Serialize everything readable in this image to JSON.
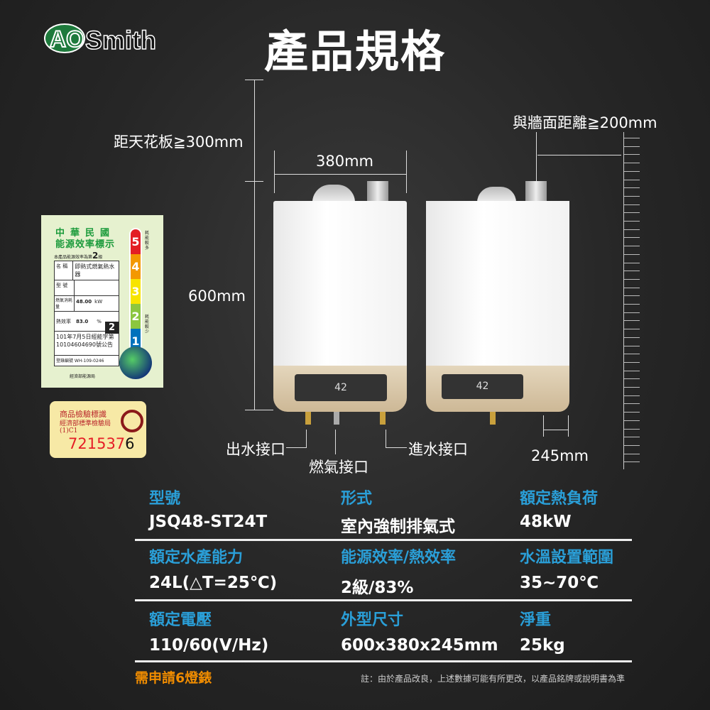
{
  "brand": {
    "logo_text": "AOSmith"
  },
  "title": "產品規格",
  "dimensions": {
    "ceiling": "距天花板≧300mm",
    "wall": "與牆面距離≧200mm",
    "width": "380mm",
    "height": "600mm",
    "depth": "245mm"
  },
  "connections": {
    "water_out": "出水接口",
    "gas": "燃氣接口",
    "water_in": "進水接口"
  },
  "heater_display": "42",
  "energy_label": {
    "country": "中華民國",
    "name": "能源效率標示",
    "grade_line": "本產品能源效率為第",
    "grade": "2",
    "grade_unit": "級",
    "rows": [
      {
        "k": "名 稱",
        "v": "即熱式燃氣熱水器"
      },
      {
        "k": "型 號",
        "v": ""
      },
      {
        "k": "燃氣消耗量",
        "v": "48.00",
        "u": "kW"
      },
      {
        "k": "熱效率",
        "v": "83.0",
        "u": "%"
      }
    ],
    "notice": "101年7月5日經能字第10104604690號公告",
    "reg": "登錄編號  WH-109-0246",
    "ministry": "經濟部能源局",
    "high": "耗能較多",
    "low": "耗能較少",
    "levels": [
      "5",
      "4",
      "3",
      "2",
      "1"
    ],
    "level_colors": [
      "#e31e24",
      "#f39800",
      "#f7e400",
      "#8cc63f",
      "#0071bc"
    ]
  },
  "inspection": {
    "line1": "商品檢驗標識",
    "line2": "經濟部標準檢驗局",
    "code": "(1)C1",
    "number_red": "721537",
    "number_black": "6"
  },
  "specs": [
    [
      {
        "h": "型號",
        "v": "JSQ48-ST24T"
      },
      {
        "h": "形式",
        "v": "室內強制排氣式"
      },
      {
        "h": "額定熱負荷",
        "v": "48kW"
      }
    ],
    [
      {
        "h": "額定水產能力",
        "v": "24L(△T=25℃)"
      },
      {
        "h": "能源效率/熱效率",
        "v": "2級/83%"
      },
      {
        "h": "水溫設置範圍",
        "v": "35~70℃"
      }
    ],
    [
      {
        "h": "額定電壓",
        "v": "110/60(V/Hz)"
      },
      {
        "h": "外型尺寸",
        "v": "600x380x245mm"
      },
      {
        "h": "淨重",
        "v": "25kg"
      }
    ]
  ],
  "footer": {
    "requirement": "需申請6燈錶",
    "note": "註：由於產品改良，上述數據可能有所更改，以產品銘牌或說明書為準"
  },
  "colors": {
    "heading": "#2a9fd8",
    "footer": "#f08c00"
  }
}
